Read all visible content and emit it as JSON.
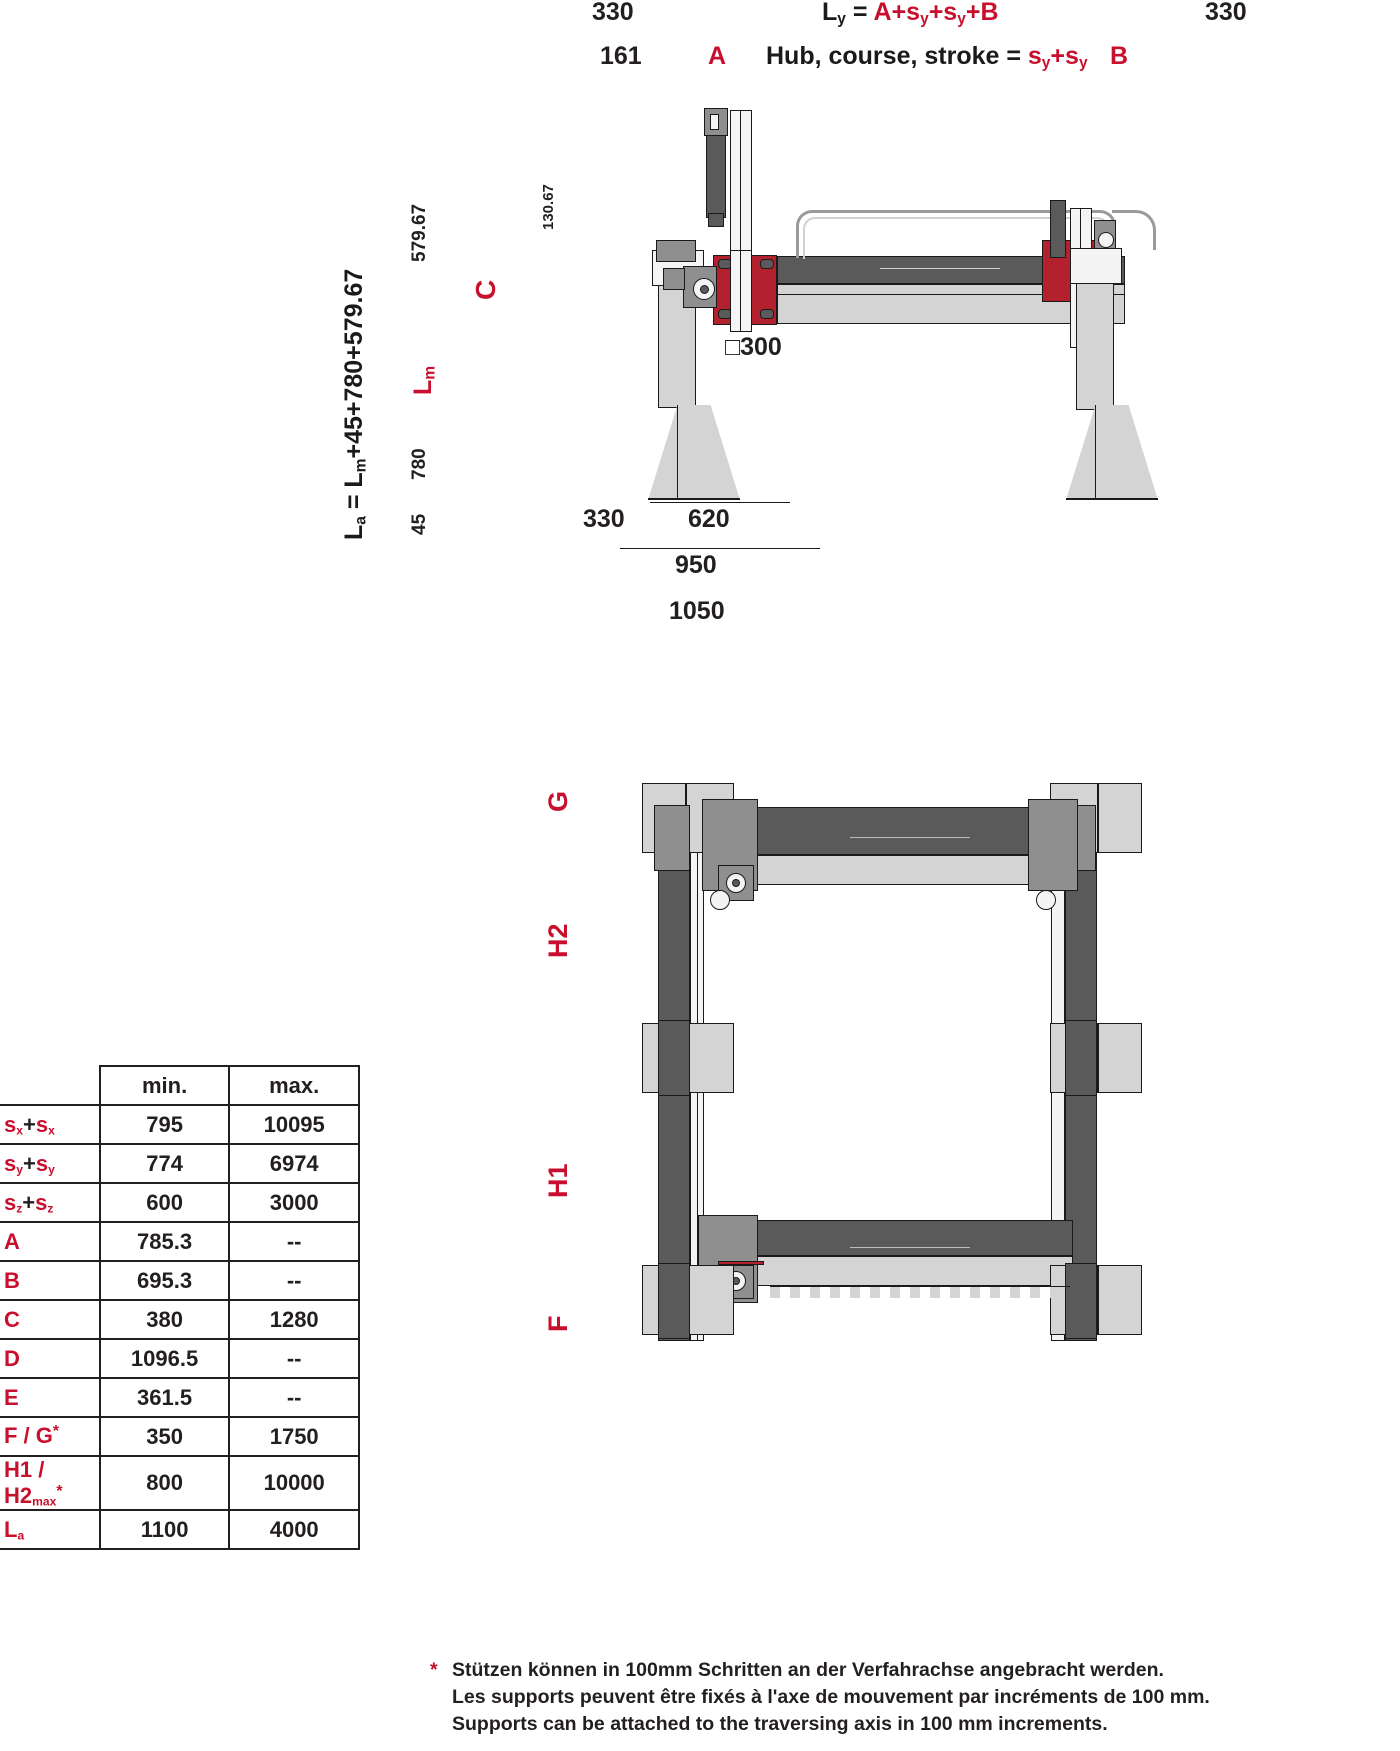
{
  "header": {
    "left_dim": "330",
    "right_dim": "330",
    "formula_ly": "L",
    "formula_ly_sub": "y",
    "formula_eq": " = ",
    "formula_A": "A",
    "formula_plus1": "+",
    "formula_sy1": "s",
    "formula_sy1_sub": "y",
    "formula_plus2": "+",
    "formula_sy2": "s",
    "formula_sy2_sub": "y",
    "formula_plus3": "+",
    "formula_B": "B",
    "row2_dim": "161",
    "row2_A": "A",
    "row2_text": "Hub, course, stroke = ",
    "row2_sy1": "s",
    "row2_sy1_sub": "y",
    "row2_plus": "+",
    "row2_sy2": "s",
    "row2_sy2_sub": "y",
    "row2_B": "B"
  },
  "top_view": {
    "vertical_formula": "L",
    "vertical_formula_sub": "a",
    "vertical_formula_rest": " = L",
    "vertical_formula_sub2": "m",
    "vertical_formula_tail": "+45+780+579.67",
    "label_57967": "579.67",
    "label_Lm": "L",
    "label_Lm_sub": "m",
    "label_780": "780",
    "label_45": "45",
    "label_C": "C",
    "label_13067": "130.67",
    "label_square300": "□300",
    "dim_330": "330",
    "dim_620": "620",
    "dim_950": "950",
    "dim_1050": "1050"
  },
  "front_view": {
    "label_G": "G",
    "label_H2": "H2",
    "label_H1": "H1",
    "label_F": "F"
  },
  "table": {
    "headers": [
      "",
      "min.",
      "max."
    ],
    "rows": [
      {
        "label_main": "s",
        "label_sub": "x",
        "label_op": "+",
        "label_main2": "s",
        "label_sub2": "x",
        "min": "795",
        "max": "10095"
      },
      {
        "label_main": "s",
        "label_sub": "y",
        "label_op": "+",
        "label_main2": "s",
        "label_sub2": "y",
        "min": "774",
        "max": "6974"
      },
      {
        "label_main": "s",
        "label_sub": "z",
        "label_op": "+",
        "label_main2": "s",
        "label_sub2": "z",
        "min": "600",
        "max": "3000"
      },
      {
        "label_main": "A",
        "label_sub": "",
        "label_op": "",
        "label_main2": "",
        "label_sub2": "",
        "min": "785.3",
        "max": "--"
      },
      {
        "label_main": "B",
        "label_sub": "",
        "label_op": "",
        "label_main2": "",
        "label_sub2": "",
        "min": "695.3",
        "max": "--"
      },
      {
        "label_main": "C",
        "label_sub": "",
        "label_op": "",
        "label_main2": "",
        "label_sub2": "",
        "min": "380",
        "max": "1280"
      },
      {
        "label_main": "D",
        "label_sub": "",
        "label_op": "",
        "label_main2": "",
        "label_sub2": "",
        "min": "1096.5",
        "max": "--"
      },
      {
        "label_main": "E",
        "label_sub": "",
        "label_op": "",
        "label_main2": "",
        "label_sub2": "",
        "min": "361.5",
        "max": "--"
      },
      {
        "label_main": "F / G",
        "label_sub": "",
        "label_op": "",
        "label_main2": "",
        "label_sub2": "",
        "star": "*",
        "min": "350",
        "max": "1750"
      },
      {
        "label_main": "H1 /",
        "label_main_line2": "H2",
        "label_sub": "max",
        "label_op": "",
        "label_main2": "",
        "label_sub2": "",
        "star": "*",
        "min": "800",
        "max": "10000"
      },
      {
        "label_main": "L",
        "label_sub": "a",
        "label_op": "",
        "label_main2": "",
        "label_sub2": "",
        "min": "1100",
        "max": "4000"
      }
    ]
  },
  "footnote": {
    "star": "*",
    "line_de": "Stützen können in 100mm Schritten an der Verfahrachse angebracht werden.",
    "line_fr": "Les supports peuvent être fixés à l'axe de mouvement par incréments de 100 mm.",
    "line_en": "Supports can be attached to the traversing axis in 100 mm increments."
  },
  "colors": {
    "accent_red": "#c8102e",
    "ink": "#231f20",
    "part_red": "#b3202e",
    "part_light": "#d4d4d4",
    "part_mid": "#8f8f8f",
    "part_dark": "#5a5a5a"
  }
}
